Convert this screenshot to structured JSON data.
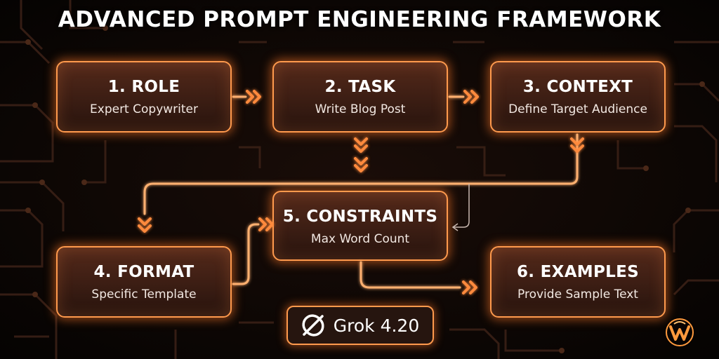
{
  "title": "ADVANCED PROMPT ENGINEERING FRAMEWORK",
  "steps": [
    {
      "heading": "1. ROLE",
      "sub": "Expert Copywriter"
    },
    {
      "heading": "2. TASK",
      "sub": "Write Blog Post"
    },
    {
      "heading": "3. CONTEXT",
      "sub": "Define Target Audience"
    },
    {
      "heading": "4. FORMAT",
      "sub": "Specific Template"
    },
    {
      "heading": "5. CONSTRAINTS",
      "sub": "Max Word Count"
    },
    {
      "heading": "6. EXAMPLES",
      "sub": "Provide Sample Text"
    }
  ],
  "badge": {
    "label": "Grok 4.20",
    "icon": "grok-logo-icon"
  },
  "corner_logo": {
    "icon": "w-logo-icon"
  },
  "colors": {
    "accent": "#ff9a4d",
    "glow": "#ff7a2a",
    "background": "#0a0604",
    "circuit": "#3a2016"
  }
}
